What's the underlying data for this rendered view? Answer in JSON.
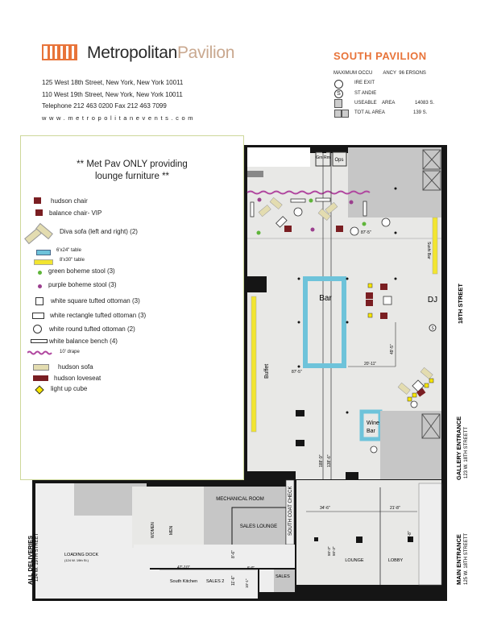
{
  "header": {
    "logo_part1": "Metropolitan",
    "logo_part2": "Pavilion",
    "address_lines": [
      "125 West 18th Street, New York, New York 10011",
      "110 West 19th Street, New York, New York 10011",
      "Telephone  212 463 0200    Fax  212 463 7099"
    ],
    "website": "www.metropolitanevents.com"
  },
  "key": {
    "title": "SOUTH PAVILION",
    "occupancy": "MAXIMUM OCCU        ANCY  96 ERSONS",
    "items": [
      {
        "label": "IRE EXIT",
        "value": ""
      },
      {
        "label": "ST ANDIE",
        "value": ""
      },
      {
        "label": "USEABLE    AREA",
        "value": "14083 S."
      },
      {
        "label": "TOT AL AREA",
        "value": "139 S."
      }
    ]
  },
  "legend": {
    "heading_line1": "** Met Pav ONLY providing",
    "heading_line2": "lounge furniture **",
    "items": [
      "hudson chair",
      "balance chair- VIP",
      "Diva sofa (left and right) (2)",
      "6'x24\" table",
      "8'x30\" table",
      "green boheme stool (3)",
      "purple boheme stool (3)",
      "white square tufted ottoman (3)",
      "white rectangle tufted ottoman (3)",
      "white round tufted ottoman (2)",
      "white balance bench (4)",
      "10' drape",
      "hudson sofa",
      "hudson loveseat",
      "light up cube"
    ]
  },
  "colors": {
    "accent": "#e8743a",
    "drape": "#b0469f",
    "table6": "#6ec3da",
    "table8": "#f2e530",
    "chair": "#7a1e22",
    "sofa": "#e3dcb0",
    "green": "#5fb53a",
    "purple": "#9b3f8e",
    "cube": "#f7e600",
    "wall": "#151515",
    "floor": "#e8e8e6",
    "gray": "#c6c6c6"
  },
  "plan": {
    "rooms": {
      "grn_rm": "Grn Rm",
      "ops": "Ops",
      "bar": "Bar",
      "dj": "DJ",
      "buffet": "Buffet",
      "sushi_bar": "Sushi Bar",
      "wine_bar_1": "Wine",
      "wine_bar_2": "Bar",
      "mechanical": "MECHANICAL ROOM",
      "sales_lounge": "SALES LOUNGE",
      "coat_check": "SOUTH COAT CHECK",
      "women": "WOMEN",
      "men": "MEN",
      "loading_dock": "LOADING DOCK",
      "loading_dock_addr": "(124 W. 19th St.)",
      "south_kitchen": "South Kitchen",
      "sales2": "SALES 2",
      "sales": "SALES",
      "lounge": "LOUNGE",
      "lobby": "LOBBY"
    },
    "streets": {
      "street18": "18TH STREET",
      "gallery": "GALLERY ENTRANCE",
      "gallery_addr": "123 W. 18TH STREETT",
      "main": "MAIN ENTRANCE",
      "main_addr": "125 W. 18TH STREETT",
      "deliveries": "ALL DELIVERIES",
      "deliveries_addr": "124 W. 19TH STREET"
    },
    "dims": {
      "d1": "87'-5\"",
      "d2": "87'-5\"",
      "d3": "20'-11\"",
      "d4": "49'-5\"",
      "d5": "188'-9\"",
      "d6": "138'-6\"",
      "d7": "34'-6\"",
      "d8": "21'-8\"",
      "d9": "44'-8\"",
      "d10": "50'-3\"",
      "d11": "50'-3\"",
      "d12": "47'-10\"",
      "d13": "8'-6\"",
      "d14": "11'-6\"",
      "d15": "10'-1\"",
      "d16": "6'-0\""
    }
  }
}
